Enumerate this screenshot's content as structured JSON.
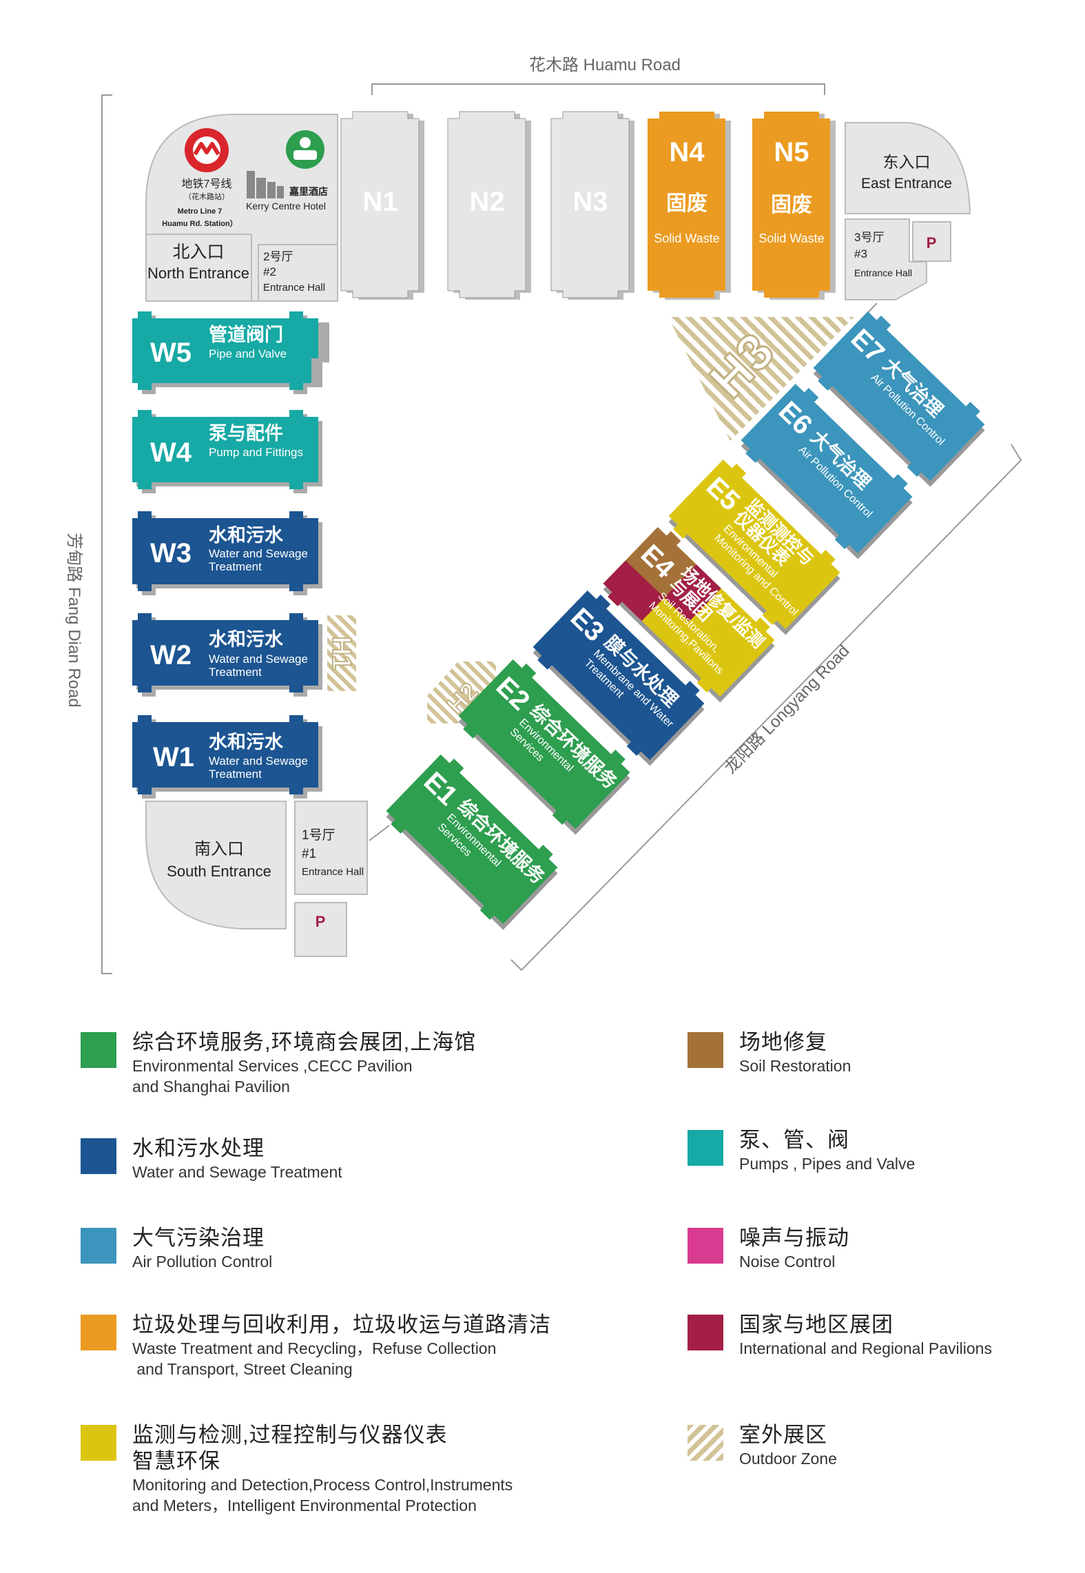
{
  "roads": {
    "top": "花木路 Huamu Road",
    "left": "芳甸路 Fang Dian Road",
    "right": "龙阳路 Longyang Road"
  },
  "metro": {
    "line_zh": "地铁7号线",
    "station_zh": "（花木路站）",
    "line_en": "Metro Line 7",
    "station_en": "Huamu Rd. Station）"
  },
  "hotel": {
    "zh": "嘉里酒店",
    "en": "Kerry Centre Hotel"
  },
  "entrances": {
    "north": {
      "zh": "北入口",
      "en": "North Entrance"
    },
    "east": {
      "zh": "东入口",
      "en": "East Entrance"
    },
    "south": {
      "zh": "南入口",
      "en": "South Entrance"
    },
    "hall1": {
      "zh": "1号厅",
      "num": "#1",
      "en": "Entrance Hall"
    },
    "hall2": {
      "zh": "2号厅",
      "num": "#2",
      "en": "Entrance Hall"
    },
    "hall3": {
      "zh": "3号厅",
      "num": "#3",
      "en": "Entrance Hall"
    },
    "parking": "P"
  },
  "halls": {
    "N1": "N1",
    "N2": "N2",
    "N3": "N3",
    "N4": {
      "code": "N4",
      "zh": "固废",
      "en": "Solid Waste"
    },
    "N5": {
      "code": "N5",
      "zh": "固废",
      "en": "Solid Waste"
    },
    "W5": {
      "code": "W5",
      "zh": "管道阀门",
      "en": "Pipe and Valve"
    },
    "W4": {
      "code": "W4",
      "zh": "泵与配件",
      "en": "Pump and Fittings"
    },
    "W3": {
      "code": "W3",
      "zh": "水和污水",
      "en1": "Water and Sewage",
      "en2": "Treatment"
    },
    "W2": {
      "code": "W2",
      "zh": "水和污水",
      "en1": "Water and Sewage",
      "en2": "Treatment"
    },
    "W1": {
      "code": "W1",
      "zh": "水和污水",
      "en1": "Water and Sewage",
      "en2": "Treatment"
    },
    "E1": {
      "code": "E1",
      "zh": "综合环境服务",
      "en1": "Environmental",
      "en2": "Services"
    },
    "E2": {
      "code": "E2",
      "zh": "综合环境服务",
      "en1": "Environmental",
      "en2": "Services"
    },
    "E3": {
      "code": "E3",
      "zh": "膜与水处理",
      "en1": "Membrane and Water",
      "en2": "Treatment"
    },
    "E4": {
      "code": "E4",
      "zh1": "场地修复/监测",
      "zh2": "与展团",
      "en1": "Soil Restoration,",
      "en2": "Monitoring,Pavilions"
    },
    "E5": {
      "code": "E5",
      "zh1": "监测测控与",
      "zh2": "仪器仪表",
      "en1": "Environmental",
      "en2": "Monitoring and Control"
    },
    "E6": {
      "code": "E6",
      "zh": "大气治理",
      "en": "Air Pollution Control"
    },
    "E7": {
      "code": "E7",
      "zh": "大气治理",
      "en": "Air Pollution Control"
    },
    "H1": "H1",
    "H2": "H2",
    "H3": "H3"
  },
  "colors": {
    "green": "#2e9e4f",
    "darkblue": "#1c5591",
    "lightblue": "#3c95bc",
    "orange": "#eb9b21",
    "yellow": "#dcc511",
    "brown": "#a47139",
    "teal": "#17a9a5",
    "pink": "#d83b8f",
    "crimson": "#a31f45",
    "gray": "#e6e6e6",
    "outdoor": "#d6c9a0"
  },
  "legend": {
    "left": [
      {
        "swatch": "green",
        "zh": "综合环境服务,环境商会展团,上海馆",
        "en": [
          "Environmental Services ,CECC Pavilion",
          "and Shanghai Pavilion"
        ]
      },
      {
        "swatch": "darkblue",
        "zh": "水和污水处理",
        "en": [
          "Water and Sewage Treatment"
        ]
      },
      {
        "swatch": "lightblue",
        "zh": "大气污染治理",
        "en": [
          "Air Pollution Control"
        ]
      },
      {
        "swatch": "orange",
        "zh": "垃圾处理与回收利用，垃圾收运与道路清洁",
        "en": [
          "Waste Treatment and Recycling，Refuse Collection",
          " and Transport, Street Cleaning"
        ]
      },
      {
        "swatch": "yellow",
        "zh": "监测与检测,过程控制与仪器仪表",
        "zh2": "智慧环保",
        "en": [
          "Monitoring and Detection,Process Control,Instruments",
          "and Meters，Intelligent Environmental Protection"
        ]
      }
    ],
    "right": [
      {
        "swatch": "brown",
        "zh": "场地修复",
        "en": [
          "Soil Restoration"
        ]
      },
      {
        "swatch": "teal",
        "zh": "泵、管、阀",
        "en": [
          "Pumps , Pipes and Valve"
        ]
      },
      {
        "swatch": "pink",
        "zh": "噪声与振动",
        "en": [
          "Noise Control"
        ]
      },
      {
        "swatch": "crimson",
        "zh": "国家与地区展团",
        "en": [
          "International and Regional Pavilions"
        ]
      },
      {
        "swatch": "hatch",
        "zh": "室外展区",
        "en": [
          "Outdoor Zone"
        ]
      }
    ]
  }
}
